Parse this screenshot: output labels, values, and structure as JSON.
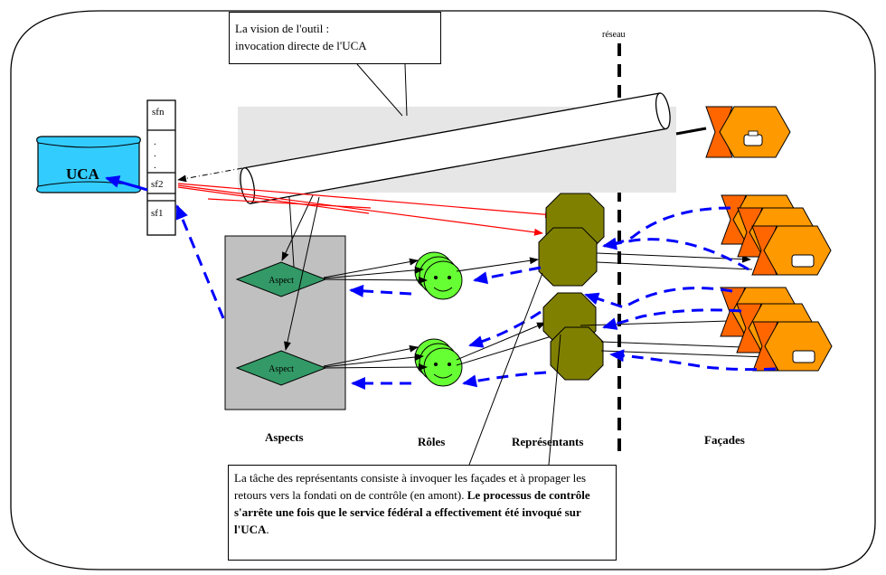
{
  "top_note": {
    "line1": "La vision de l'outil :",
    "line2": "invocation directe de l'UCA"
  },
  "network_label": "réseau",
  "uca_label": "UCA",
  "stack": {
    "sfn": "sfn",
    "dots": ". . .",
    "sf2": "sf2",
    "sf1": "sf1"
  },
  "aspect_top": "Aspect",
  "aspect_bottom": "Aspect",
  "section_labels": {
    "aspects": "Aspects",
    "roles": "Rôles",
    "representants": "Représentants",
    "facades": "Façades"
  },
  "bottom_note": {
    "plain": "La tâche des représentants consiste à invoquer les façades et à propager les retours vers la fondati on de contrôle (en amont).",
    "bold": "Le processus de contrôle s'arrête une fois que le service fédéral a effectivement été invoqué sur l'UCA",
    "tail": "."
  },
  "colors": {
    "uca_fill": "#33ccff",
    "aspect_box": "#c0c0c0",
    "aspect_diamond": "#339966",
    "role_face": "#66ff33",
    "representant": "#808000",
    "facade_dark": "#ff6600",
    "facade_light": "#ff9900",
    "blue_arrow": "#0000ff",
    "red_arrow": "#ff0000"
  }
}
